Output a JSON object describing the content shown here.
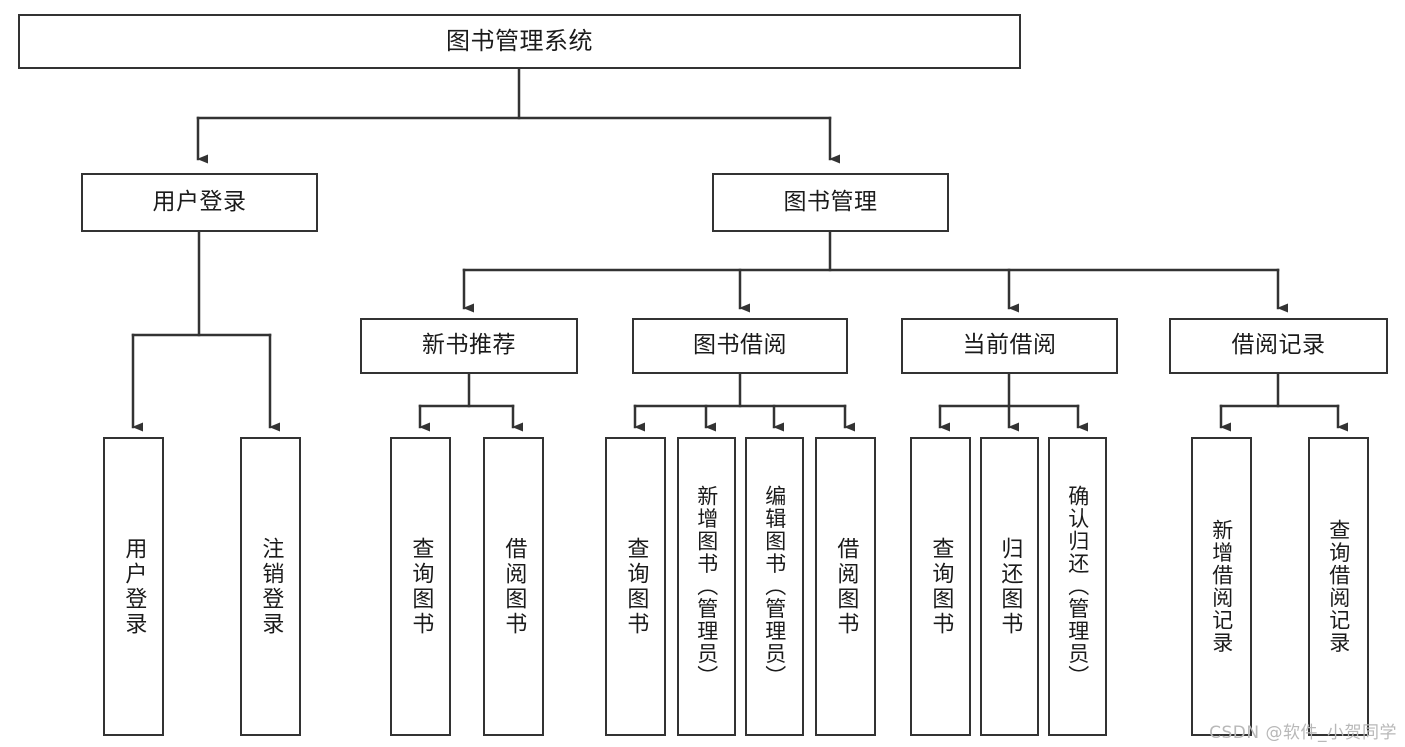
{
  "diagram": {
    "title": "图书管理系统",
    "watermark": "CSDN @软件_小贺同学",
    "accent_color": "#333333",
    "background_color": "#ffffff",
    "text_color": "#1b1b1b",
    "root": {
      "id": "root",
      "label": "图书管理系统"
    },
    "level2": [
      {
        "id": "user-login",
        "label": "用户登录"
      },
      {
        "id": "book-manage",
        "label": "图书管理"
      }
    ],
    "level3": [
      {
        "id": "new-book-rec",
        "label": "新书推荐",
        "parent": "book-manage"
      },
      {
        "id": "book-borrow",
        "label": "图书借阅",
        "parent": "book-manage"
      },
      {
        "id": "current-borrow",
        "label": "当前借阅",
        "parent": "book-manage"
      },
      {
        "id": "borrow-record",
        "label": "借阅记录",
        "parent": "book-manage"
      }
    ],
    "leaves": [
      {
        "id": "leaf-user-login",
        "label": "用户登录",
        "parent": "user-login"
      },
      {
        "id": "leaf-user-logout",
        "label": "注销登录",
        "parent": "user-login"
      },
      {
        "id": "leaf-query-book-1",
        "label": "查询图书",
        "parent": "new-book-rec"
      },
      {
        "id": "leaf-borrow-book-1",
        "label": "借阅图书",
        "parent": "new-book-rec"
      },
      {
        "id": "leaf-query-book-2",
        "label": "查询图书",
        "parent": "book-borrow"
      },
      {
        "id": "leaf-add-book",
        "label": "新增图书（管理员）",
        "parent": "book-borrow"
      },
      {
        "id": "leaf-edit-book",
        "label": "编辑图书（管理员）",
        "parent": "book-borrow"
      },
      {
        "id": "leaf-borrow-book-2",
        "label": "借阅图书",
        "parent": "book-borrow"
      },
      {
        "id": "leaf-query-book-3",
        "label": "查询图书",
        "parent": "current-borrow"
      },
      {
        "id": "leaf-return-book",
        "label": "归还图书",
        "parent": "current-borrow"
      },
      {
        "id": "leaf-confirm-return",
        "label": "确认归还（管理员）",
        "parent": "current-borrow"
      },
      {
        "id": "leaf-add-record",
        "label": "新增借阅记录",
        "parent": "borrow-record"
      },
      {
        "id": "leaf-query-record",
        "label": "查询借阅记录",
        "parent": "borrow-record"
      }
    ]
  }
}
